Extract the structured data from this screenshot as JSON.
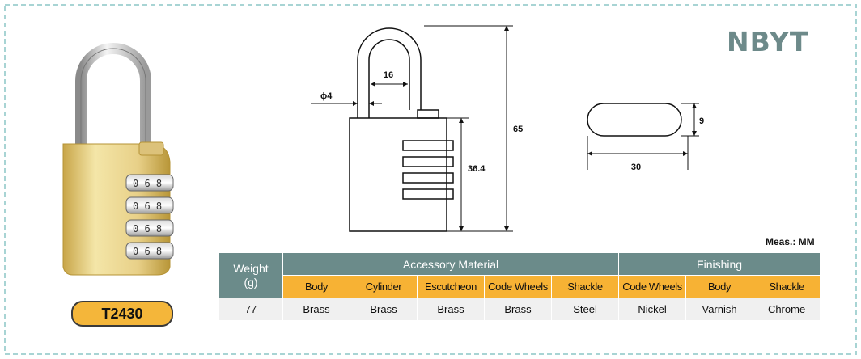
{
  "brand": "NBYT",
  "model": "T2430",
  "measure_unit": "Meas.: MM",
  "dimensions": {
    "diameter": "ϕ4",
    "shackle_width": "16",
    "total_height": "65",
    "body_height": "36.4",
    "side_depth": "9",
    "side_width": "30"
  },
  "table": {
    "weight_header": "Weight",
    "weight_unit": "(g)",
    "groups": [
      "Accessory Material",
      "Finishing"
    ],
    "columns": [
      "Body",
      "Cylinder",
      "Escutcheon",
      "Code Wheels",
      "Shackle",
      "Code Wheels",
      "Body",
      "Shackle"
    ],
    "weight_value": "77",
    "values": [
      "Brass",
      "Brass",
      "Brass",
      "Brass",
      "Steel",
      "Nickel",
      "Varnish",
      "Chrome"
    ]
  },
  "colors": {
    "header_teal": "#6b8b8a",
    "subheader_orange": "#f7b234",
    "brand_gray": "#6d8a8a",
    "frame_dash": "#a8d4d4"
  }
}
